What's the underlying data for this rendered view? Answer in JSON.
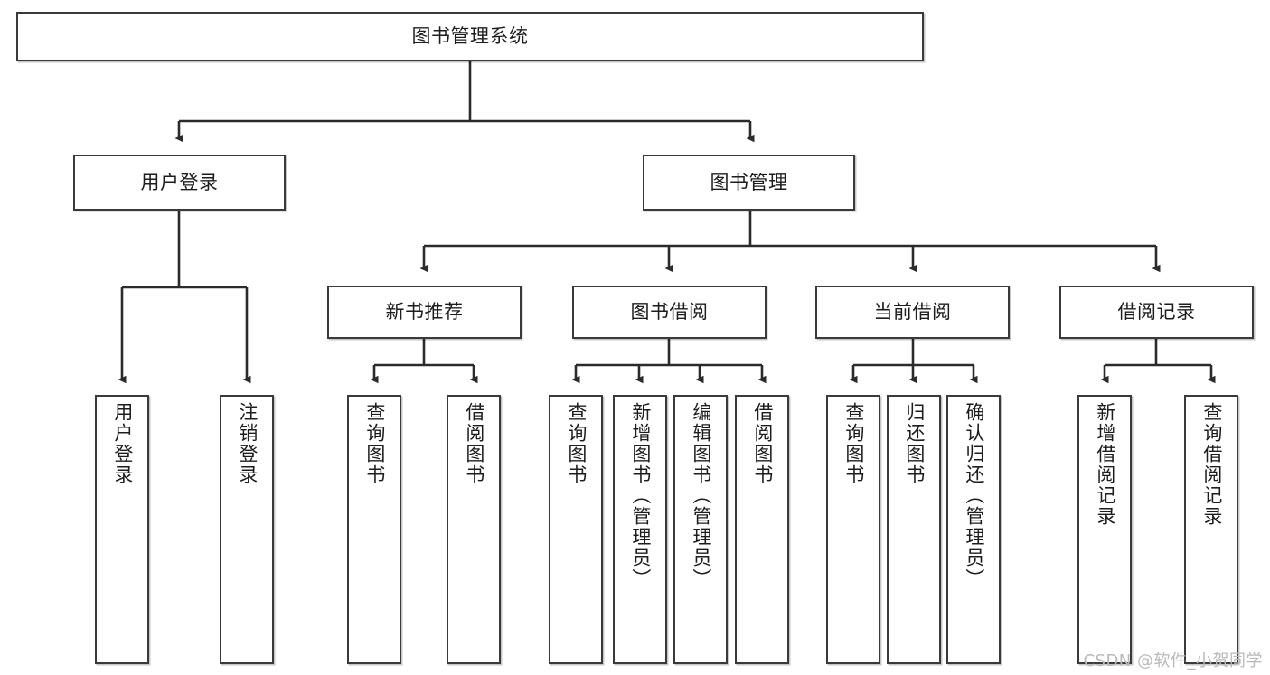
{
  "diagram": {
    "title": "图书管理系统",
    "type": "tree",
    "colors": {
      "box_border": "#3a3a3a",
      "box_fill": "#ffffff",
      "edge": "#2b2b2b",
      "text": "#1d1d1d",
      "watermark": "#b9b9b9"
    },
    "watermark": "CSDN @软件_小贺同学",
    "nodes": {
      "root": {
        "label": "图书管理系统"
      },
      "level2": [
        {
          "id": "user-login",
          "label": "用户登录"
        },
        {
          "id": "book-manage",
          "label": "图书管理"
        }
      ],
      "level3": [
        {
          "id": "new-book-recommend",
          "label": "新书推荐"
        },
        {
          "id": "book-borrow",
          "label": "图书借阅"
        },
        {
          "id": "current-borrow",
          "label": "当前借阅"
        },
        {
          "id": "borrow-record",
          "label": "借阅记录"
        }
      ],
      "leaves": {
        "user-login": [
          {
            "id": "login",
            "label": "用户登录"
          },
          {
            "id": "logout",
            "label": "注销登录"
          }
        ],
        "new-book-recommend": [
          {
            "id": "query-book-1",
            "label": "查询图书"
          },
          {
            "id": "borrow-book-1",
            "label": "借阅图书"
          }
        ],
        "book-borrow": [
          {
            "id": "query-book-2",
            "label": "查询图书"
          },
          {
            "id": "add-book",
            "label": "新增图书（管理员）"
          },
          {
            "id": "edit-book",
            "label": "编辑图书（管理员）"
          },
          {
            "id": "borrow-book-2",
            "label": "借阅图书"
          }
        ],
        "current-borrow": [
          {
            "id": "query-book-3",
            "label": "查询图书"
          },
          {
            "id": "return-book",
            "label": "归还图书"
          },
          {
            "id": "confirm-return",
            "label": "确认归还（管理员）"
          }
        ],
        "borrow-record": [
          {
            "id": "add-record",
            "label": "新增借阅记录"
          },
          {
            "id": "query-record",
            "label": "查询借阅记录"
          }
        ]
      }
    }
  }
}
